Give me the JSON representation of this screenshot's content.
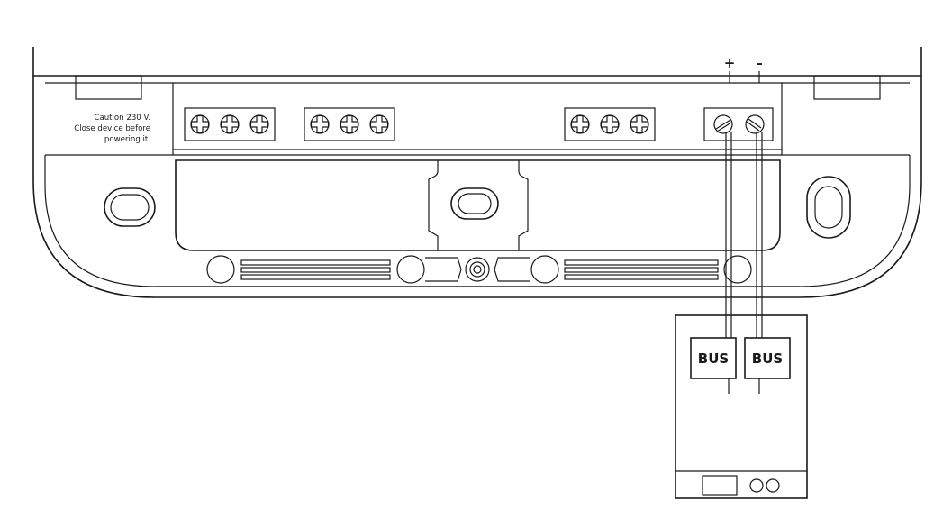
{
  "caution": {
    "line1": "Caution 230 V.",
    "line2": "Close device before",
    "line3": "powering it."
  },
  "polarity": {
    "plus": "+",
    "minus": "–"
  },
  "module": {
    "bus_left": "BUS",
    "bus_right": "BUS"
  },
  "icons": {
    "terminal_screw": "phillips-screw-icon",
    "bus_screw": "slotted-screw-icon",
    "mounting_hole": "mounting-hole-icon"
  }
}
